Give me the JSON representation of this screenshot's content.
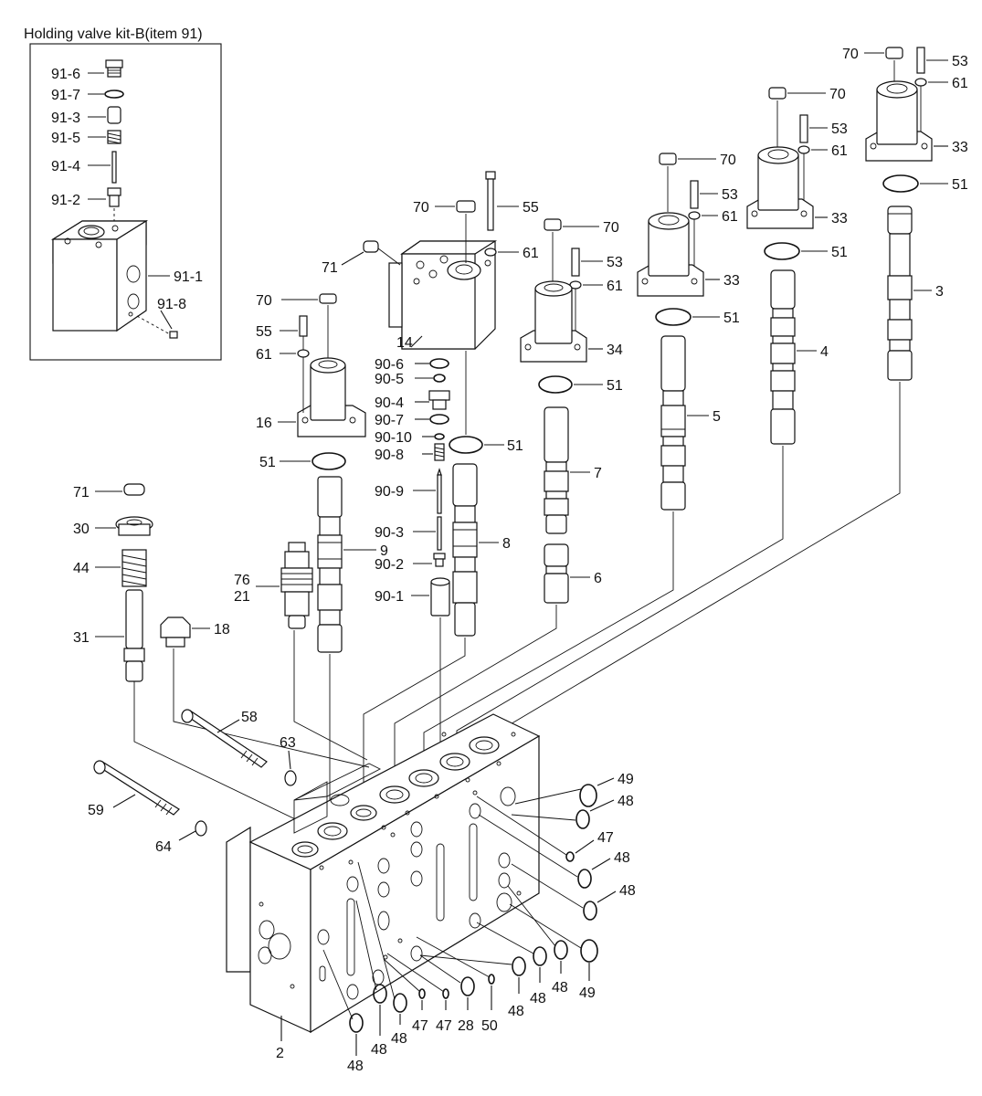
{
  "kit_title": "Holding valve kit-B(item 91)",
  "labels": {
    "k91_6": "91-6",
    "k91_7": "91-7",
    "k91_3": "91-3",
    "k91_5": "91-5",
    "k91_4": "91-4",
    "k91_2": "91-2",
    "k91_1": "91-1",
    "k91_8": "91-8",
    "p70": "70",
    "p55": "55",
    "p61": "61",
    "p71": "71",
    "p14": "14",
    "p16": "16",
    "p51": "51",
    "p53": "53",
    "p34": "34",
    "p33": "33",
    "p3": "3",
    "p4": "4",
    "p5": "5",
    "p7": "7",
    "p6": "6",
    "p8": "8",
    "p9": "9",
    "p76": "76",
    "p21": "21",
    "p30": "30",
    "p44": "44",
    "p31": "31",
    "p18": "18",
    "p58": "58",
    "p63": "63",
    "p59": "59",
    "p64": "64",
    "p49": "49",
    "p48": "48",
    "p47": "47",
    "p28": "28",
    "p50": "50",
    "p2": "2",
    "p90_6": "90-6",
    "p90_5": "90-5",
    "p90_4": "90-4",
    "p90_7": "90-7",
    "p90_10": "90-10",
    "p90_8": "90-8",
    "p90_9": "90-9",
    "p90_3": "90-3",
    "p90_2": "90-2",
    "p90_1": "90-1"
  }
}
